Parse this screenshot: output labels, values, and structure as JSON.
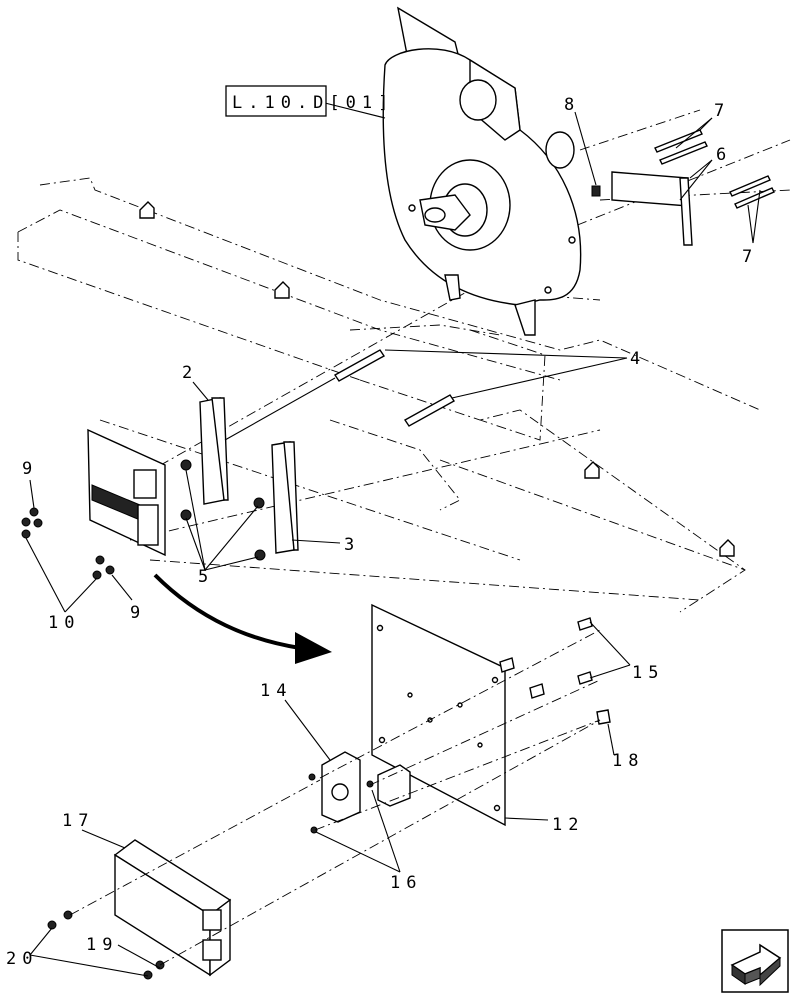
{
  "reference": {
    "label": "L.10.D[01]"
  },
  "callouts": {
    "c2": "2",
    "c3": "3",
    "c4": "4",
    "c5": "5",
    "c6": "6",
    "c7a": "7",
    "c7b": "7",
    "c8": "8",
    "c9a": "9",
    "c9b": "9",
    "c10": "10",
    "c12": "12",
    "c14": "14",
    "c15": "15",
    "c16": "16",
    "c17": "17",
    "c18": "18",
    "c19": "19",
    "c20": "20"
  },
  "icons": {
    "next": "next-page-arrow-icon"
  }
}
